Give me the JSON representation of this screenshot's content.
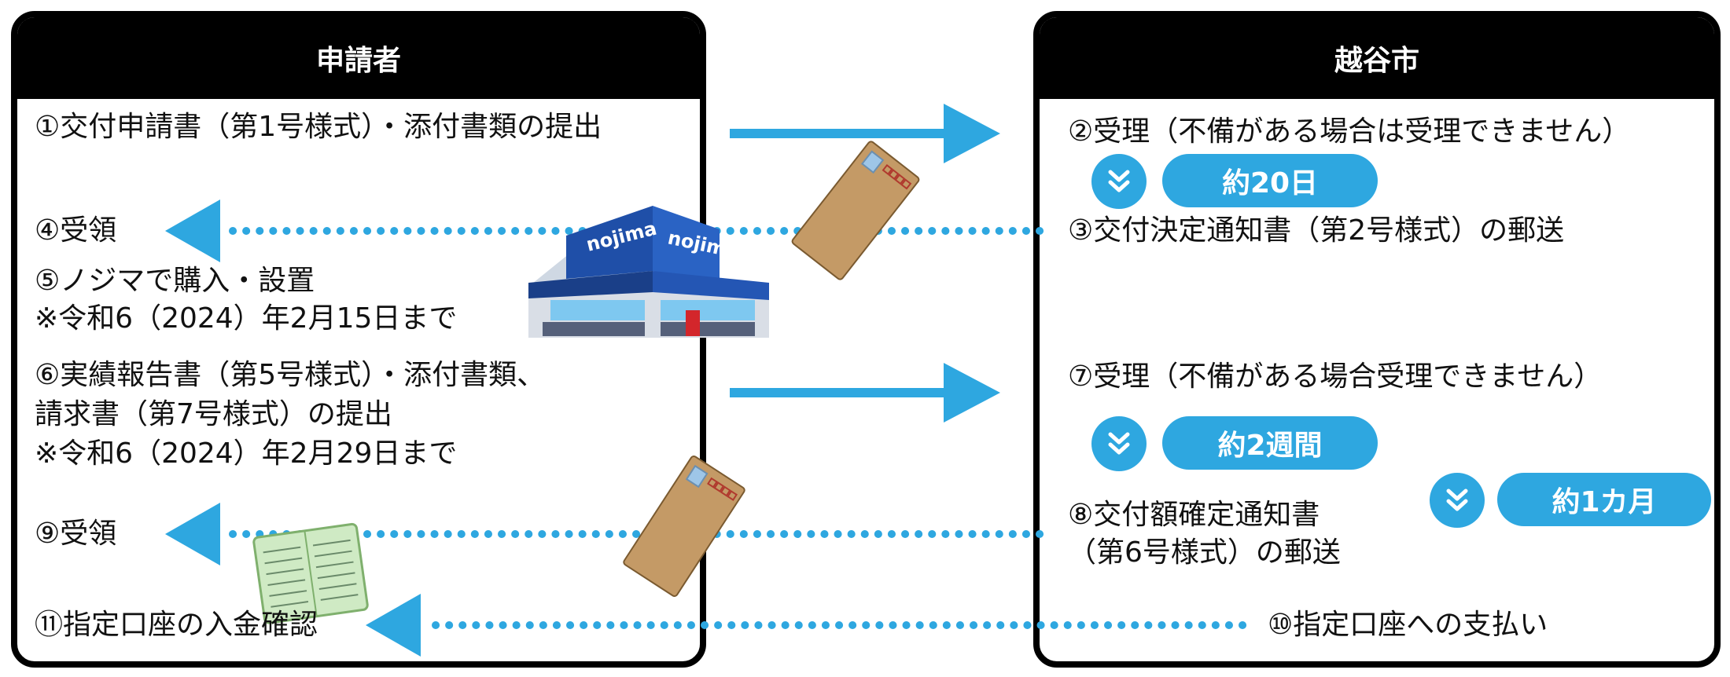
{
  "applicant": {
    "header": "申請者",
    "steps": {
      "s1": "①交付申請書（第1号様式）・添付書類の提出",
      "s4": "④受領",
      "s5_line1": "⑤ノジマで購入・設置",
      "s5_line2": "※令和6（2024）年2月15日まで",
      "s6_line1": "⑥実績報告書（第5号様式）・添付書類、",
      "s6_line2": "請求書（第7号様式）の提出",
      "s6_line3": "※令和6（2024）年2月29日まで",
      "s9": "⑨受領",
      "s11": "⑪指定口座の入金確認"
    }
  },
  "city": {
    "header": "越谷市",
    "steps": {
      "s2": "②受理（不備がある場合は受理できません）",
      "s3": "③交付決定通知書（第2号様式）の郵送",
      "s7": "⑦受理（不備がある場合受理できません）",
      "s8_line1": "⑧交付額確定通知書",
      "s8_line2": "（第6号様式）の郵送",
      "s10": "⑩指定口座への支払い"
    }
  },
  "durations": {
    "d1": "約20日",
    "d2": "約2週間",
    "d3": "約1カ月"
  },
  "store_sign": "nojima",
  "colors": {
    "accent": "#2ea7e0",
    "panel_border": "#000000",
    "envelope": "#c49a66",
    "store_blue": "#1f4fa8"
  },
  "icons": [
    "double-chevron-down-icon",
    "arrow-right-icon",
    "arrow-left-icon",
    "envelope-icon",
    "store-icon",
    "bankbook-icon"
  ]
}
